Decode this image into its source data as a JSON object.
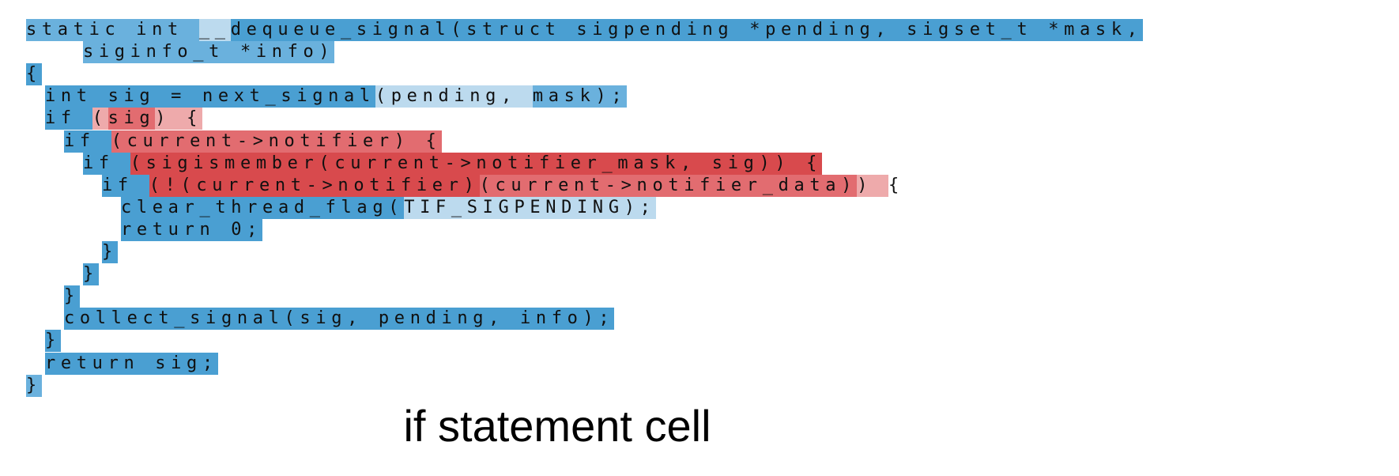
{
  "caption": "if statement cell",
  "colors": {
    "blue_strong": "#4a9fd2",
    "blue_mid": "#6ab1dd",
    "blue_light": "#bcdaee",
    "red_strong": "#d84a4d",
    "red_mid": "#e26c70",
    "red_light": "#eeaaab"
  },
  "code_lines": [
    {
      "indent": 0,
      "segments": [
        {
          "text": "static int ",
          "shade": "blue_mid"
        },
        {
          "text": "__",
          "shade": "blue_light"
        },
        {
          "text": "dequeue_signal(struct sigpending *pending, sigset_t *mask,",
          "shade": "blue_strong"
        }
      ]
    },
    {
      "indent": 3,
      "segments": [
        {
          "text": "siginfo_t *info)",
          "shade": "blue_mid"
        }
      ]
    },
    {
      "indent": 0,
      "segments": [
        {
          "text": "{",
          "shade": "blue_strong"
        }
      ]
    },
    {
      "indent": 1,
      "segments": [
        {
          "text": "int sig = next_signal",
          "shade": "blue_strong"
        },
        {
          "text": "(pending, ",
          "shade": "blue_light"
        },
        {
          "text": "mask);",
          "shade": "blue_mid"
        }
      ]
    },
    {
      "indent": 1,
      "segments": [
        {
          "text": "if ",
          "shade": "blue_strong"
        },
        {
          "text": "(",
          "shade": "red_light"
        },
        {
          "text": "sig",
          "shade": "red_mid"
        },
        {
          "text": ") {",
          "shade": "red_light"
        }
      ]
    },
    {
      "indent": 2,
      "segments": [
        {
          "text": "if ",
          "shade": "blue_strong"
        },
        {
          "text": "(current->notifier) {",
          "shade": "red_mid"
        }
      ]
    },
    {
      "indent": 3,
      "segments": [
        {
          "text": "if ",
          "shade": "blue_strong"
        },
        {
          "text": "(sigismember(current->notifier_mask, sig)) {",
          "shade": "red_strong"
        }
      ]
    },
    {
      "indent": 4,
      "segments": [
        {
          "text": "if ",
          "shade": "blue_strong"
        },
        {
          "text": "(!(current->notifier)",
          "shade": "red_strong"
        },
        {
          "text": "(current->notifier_data)",
          "shade": "red_mid"
        },
        {
          "text": ") ",
          "shade": "red_light"
        },
        {
          "text": "{",
          "shade": "none"
        }
      ]
    },
    {
      "indent": 5,
      "segments": [
        {
          "text": "clear_thread_flag(",
          "shade": "blue_strong"
        },
        {
          "text": "TIF_SIGPENDING);",
          "shade": "blue_light"
        }
      ]
    },
    {
      "indent": 5,
      "segments": [
        {
          "text": "return 0;",
          "shade": "blue_strong"
        }
      ]
    },
    {
      "indent": 4,
      "segments": [
        {
          "text": "}",
          "shade": "blue_strong"
        }
      ]
    },
    {
      "indent": 3,
      "segments": [
        {
          "text": "}",
          "shade": "blue_strong"
        }
      ]
    },
    {
      "indent": 2,
      "segments": [
        {
          "text": "}",
          "shade": "blue_strong"
        }
      ]
    },
    {
      "indent": 2,
      "segments": [
        {
          "text": "collect_signal(sig, pending, info);",
          "shade": "blue_strong"
        }
      ]
    },
    {
      "indent": 1,
      "segments": [
        {
          "text": "}",
          "shade": "blue_strong"
        }
      ]
    },
    {
      "indent": 1,
      "segments": [
        {
          "text": "return sig;",
          "shade": "blue_strong"
        }
      ]
    },
    {
      "indent": 0,
      "segments": [
        {
          "text": "}",
          "shade": "blue_mid"
        }
      ]
    }
  ]
}
